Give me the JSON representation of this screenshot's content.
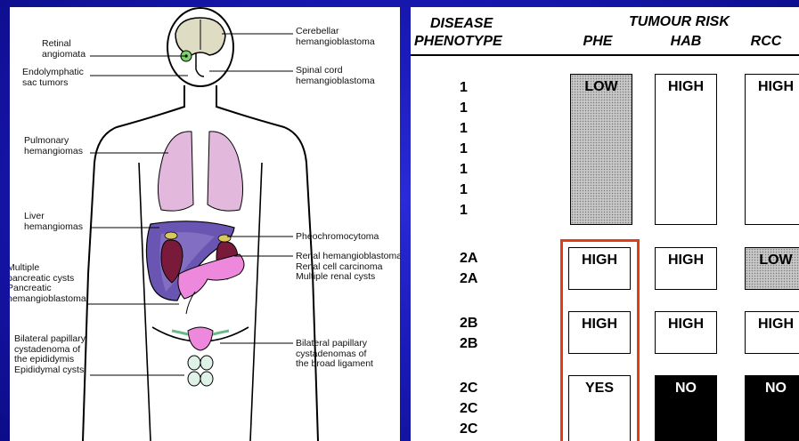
{
  "left": {
    "labels": {
      "retinal": "Retinal\nangiomata",
      "endolymphatic": "Endolymphatic\nsac tumors",
      "pulmonary": "Pulmonary\nhemangiomas",
      "liver": "Liver\nhemangiomas",
      "pancreatic": "Multiple\npancreatic cysts\nPancreatic\nhemangioblastoma",
      "epididymis": "Bilateral papillary\ncystadenoma of\nthe epididymis\nEpididymal cysts",
      "cerebellar": "Cerebellar\nhemangioblastoma",
      "spinal": "Spinal cord\nhemangioblastoma",
      "pheo": "Pheochromocytoma",
      "renal": "Renal hemangioblastoma\nRenal cell carcinoma\nMultiple renal cysts",
      "broad": "Bilateral papillary\ncystadenomas of\nthe broad ligament"
    }
  },
  "right": {
    "header_disease": "DISEASE",
    "header_phenotype": "PHENOTYPE",
    "header_tumour_risk": "TUMOUR RISK",
    "columns": [
      "PHE",
      "HAB",
      "RCC"
    ],
    "phenotypes": [
      "1",
      "1",
      "1",
      "1",
      "1",
      "1",
      "1",
      "2A",
      "2A",
      "2B",
      "2B",
      "2C",
      "2C",
      "2C"
    ],
    "groups": [
      {
        "phe": "LOW",
        "hab": "HIGH",
        "rcc": "HIGH"
      },
      {
        "phe": "HIGH",
        "hab": "HIGH",
        "rcc": "LOW"
      },
      {
        "phe": "HIGH",
        "hab": "HIGH",
        "rcc": "HIGH"
      },
      {
        "phe": "YES",
        "hab": "NO",
        "rcc": "NO"
      }
    ],
    "highlight_color": "#e23d14"
  }
}
